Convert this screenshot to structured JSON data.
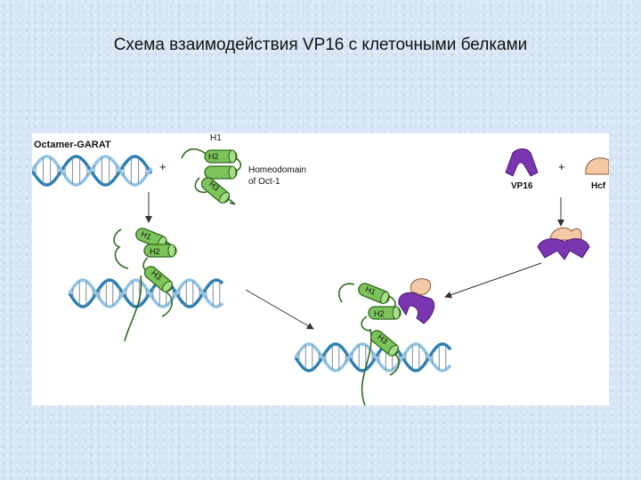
{
  "slide": {
    "title": "Схема взаимодействия VP16 с клеточными белками"
  },
  "figure": {
    "octamer_label": "Octamer-GARAT",
    "homeodomain_label_line1": "Homeodomain",
    "homeodomain_label_line2": "of Oct-1",
    "vp16_label": "VP16",
    "hcf_label": "Hcf",
    "plus_sign": "+",
    "helix_labels": {
      "h1": "H1",
      "h2": "H2",
      "h3": "H3"
    },
    "colors": {
      "dna_strand_a": "#2a7fb5",
      "dna_strand_b": "#8fc4e6",
      "helix_green": "#5aa63a",
      "vp16_purple": "#7a35b0",
      "hcf_peach": "#f3c9a6"
    }
  }
}
